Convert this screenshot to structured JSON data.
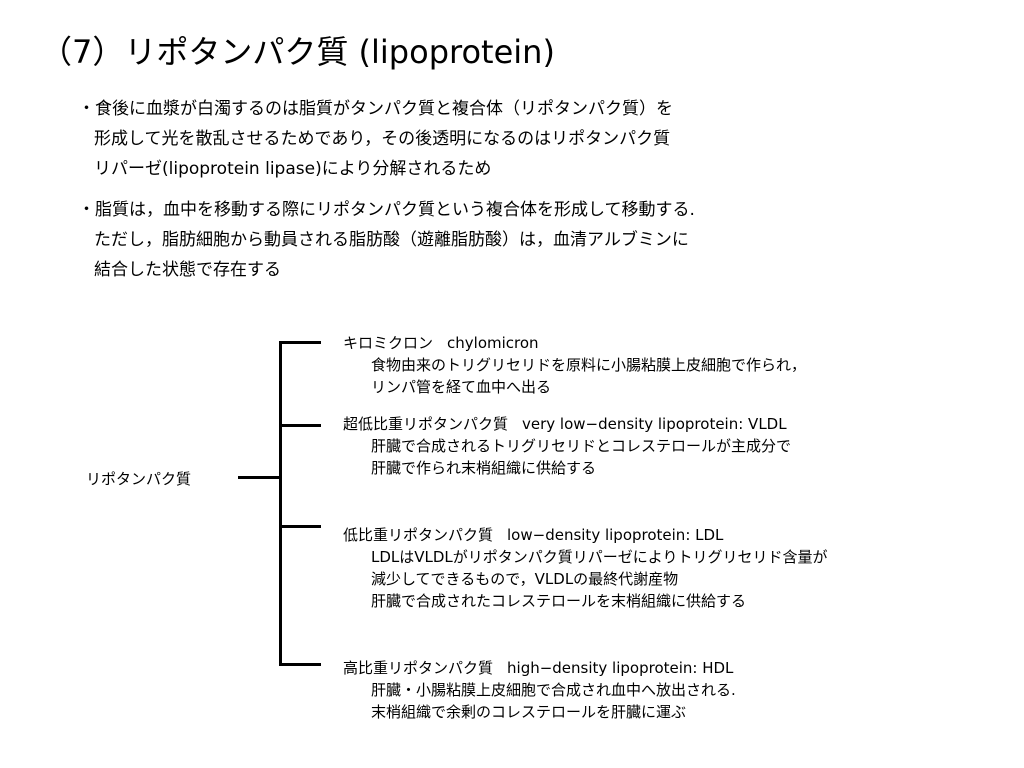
{
  "title": "（7）リポタンパク質 (lipoprotein)",
  "bullets": [
    {
      "lines": [
        "・食後に血漿が白濁するのは脂質がタンパク質と複合体（リポタンパク質）を",
        "形成して光を散乱させるためであり，その後透明になるのはリポタンパク質",
        "リパーゼ(lipoprotein lipase)により分解されるため"
      ]
    },
    {
      "lines": [
        "・脂質は，血中を移動する際にリポタンパク質という複合体を形成して移動する.",
        "ただし，脂肪細胞から動員される脂肪酸（遊離脂肪酸）は，血清アルブミンに",
        "結合した状態で存在する"
      ]
    }
  ],
  "tree": {
    "root_label": "リポタンパク質",
    "entries": [
      {
        "name_ja": "キロミクロン",
        "name_en": "chylomicron",
        "desc": [
          "食物由来のトリグリセリドを原料に小腸粘膜上皮細胞で作られ，",
          "リンパ管を経て血中へ出る"
        ]
      },
      {
        "name_ja": "超低比重リポタンパク質",
        "name_en": "very low−density lipoprotein: VLDL",
        "desc": [
          "肝臓で合成されるトリグリセリドとコレステロールが主成分で",
          "肝臓で作られ末梢組織に供給する"
        ]
      },
      {
        "name_ja": "低比重リポタンパク質",
        "name_en": "low−density lipoprotein: LDL",
        "desc": [
          "LDLはVLDLがリポタンパク質リパーゼによりトリグリセリド含量が",
          "減少してできるもので，VLDLの最終代謝産物",
          "肝臓で合成されたコレステロールを末梢組織に供給する"
        ]
      },
      {
        "name_ja": "高比重リポタンパク質",
        "name_en": "high−density lipoprotein: HDL",
        "desc": [
          "肝臓・小腸粘膜上皮細胞で合成され血中へ放出される.",
          "末梢組織で余剰のコレステロールを肝臓に運ぶ"
        ]
      }
    ]
  }
}
